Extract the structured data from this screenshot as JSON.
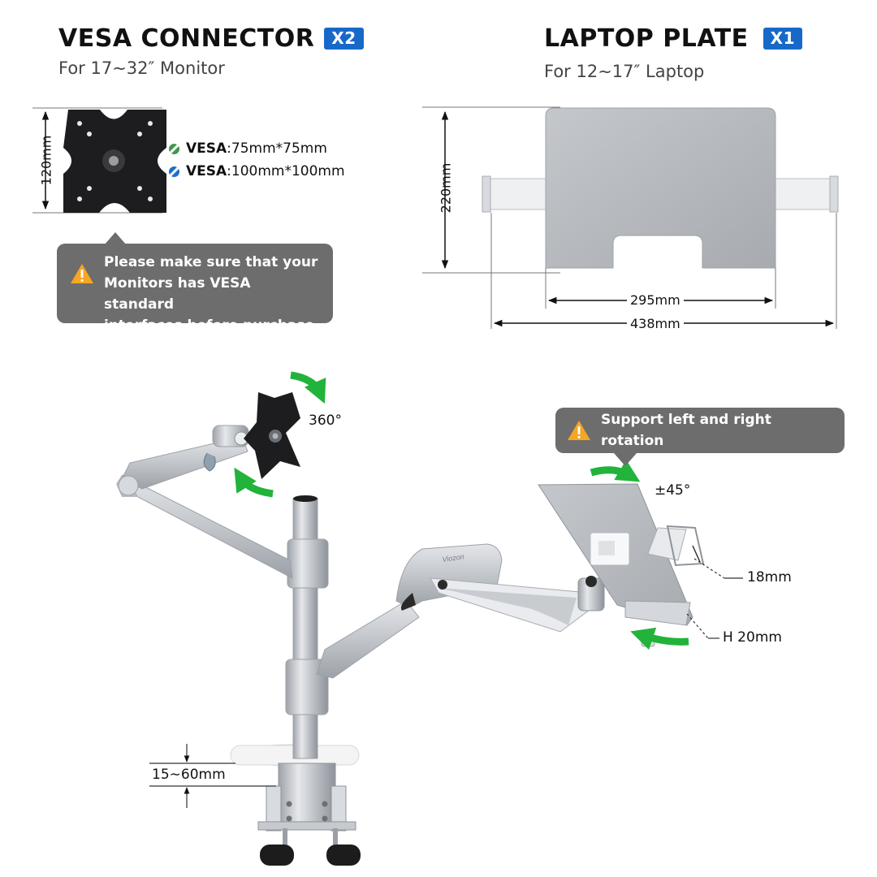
{
  "vesa_section": {
    "title": "VESA CONNECTOR",
    "badge": "X2",
    "subtitle": "For 17∼32″ Monitor",
    "height_label": "120mm",
    "specs": [
      {
        "key": "VESA",
        "value": ":75mm*75mm",
        "dot_color": "#3e9a4a"
      },
      {
        "key": "VESA",
        "value": ":100mm*100mm",
        "dot_color": "#1f6fc9"
      }
    ],
    "notice": {
      "icon": "warning-icon",
      "lines": [
        "Please make sure that your",
        "Monitors has VESA standard",
        "interfaces before purchase ."
      ]
    }
  },
  "laptop_section": {
    "title": "LAPTOP PLATE",
    "badge": "X1",
    "subtitle": "For 12∼17″ Laptop",
    "height_label": "220mm",
    "width_inner_label": "295mm",
    "width_outer_label": "438mm"
  },
  "product": {
    "monitor_rotation_label": "360°",
    "rotation_notice": {
      "icon": "warning-icon",
      "text": "Support left and right rotation"
    },
    "laptop_tilt_label": "±45°",
    "lip_label": "18mm",
    "height_label": "H 20mm",
    "clamp_label": "15∼60mm",
    "brand_mark": "Viozon"
  },
  "colors": {
    "accent_blue": "#1769c9",
    "arrow_green": "#22b33a",
    "callout_gray": "#6d6d6d",
    "metal_silver": "#c9cdd2",
    "plate_gray": "#b4b8bd"
  }
}
